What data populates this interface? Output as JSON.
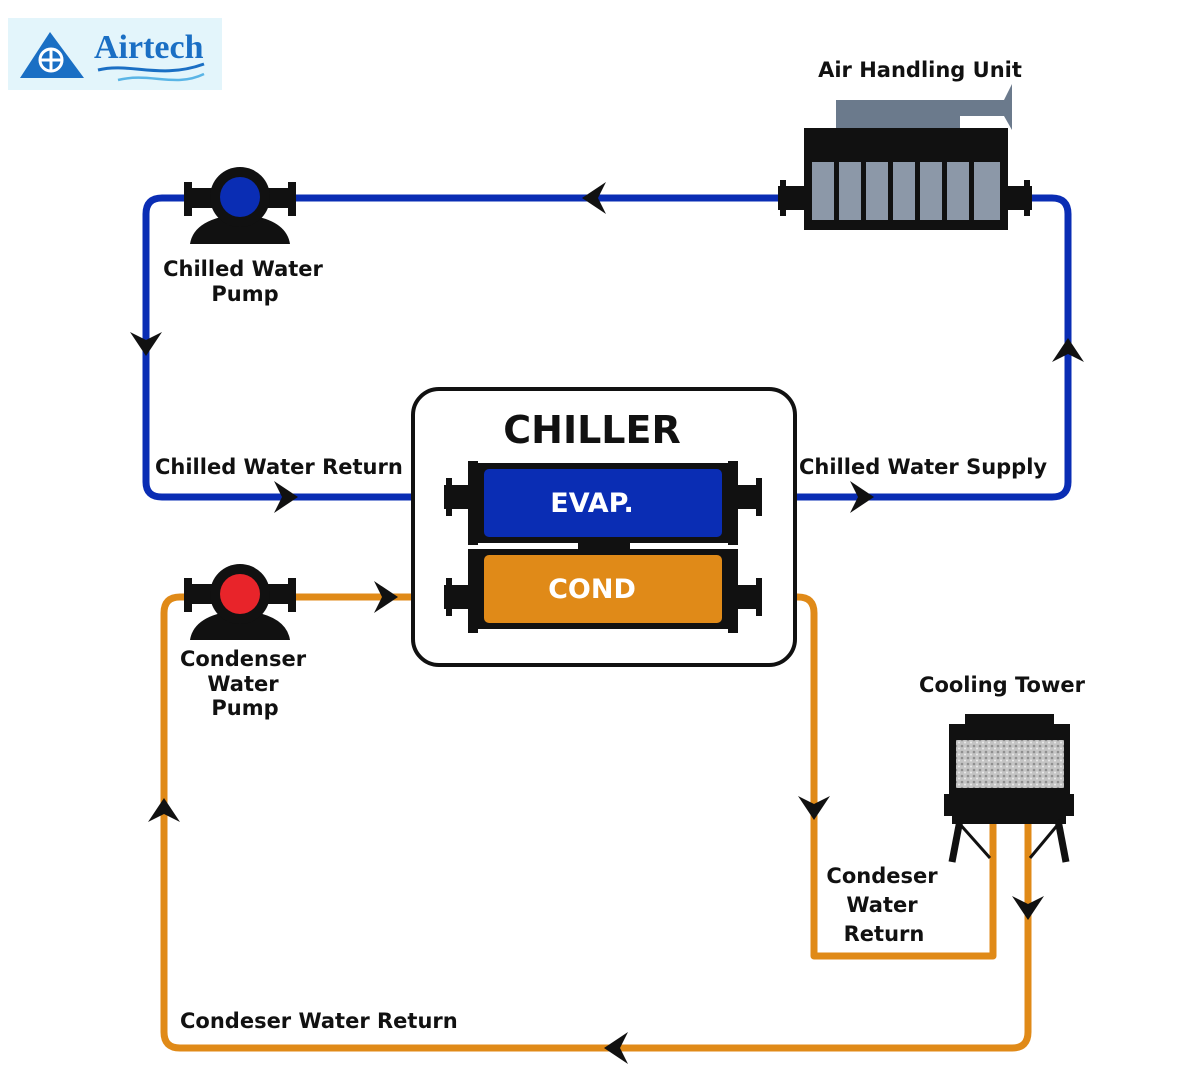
{
  "logo": {
    "text": "Airtech"
  },
  "title": "CHILLER",
  "components": {
    "evaporator": "EVAP.",
    "condenser": "COND",
    "air_handling_unit": "Air Handling Unit",
    "cooling_tower": "Cooling Tower",
    "chilled_pump": [
      "Chilled Water",
      "Pump"
    ],
    "condenser_pump": [
      "Condenser",
      "Water",
      "Pump"
    ]
  },
  "pipes": {
    "chilled_return": "Chilled Water Return",
    "chilled_supply": "Chilled Water Supply",
    "tower_return": [
      "Condeser",
      "Water",
      "Return"
    ],
    "condenser_return": "Condeser Water Return"
  },
  "colors": {
    "chilled_loop": "#0a2db4",
    "condenser_loop": "#e08a18",
    "evaporator": "#0a2db4",
    "condenser": "#e08a18",
    "pump_chilled": "#0a2db4",
    "pump_condenser": "#e8242a",
    "outline": "#111111",
    "ahu_coil": "#8c98a8",
    "logo_bg": "#e3f5fb",
    "logo_blue": "#1a6fc4"
  }
}
